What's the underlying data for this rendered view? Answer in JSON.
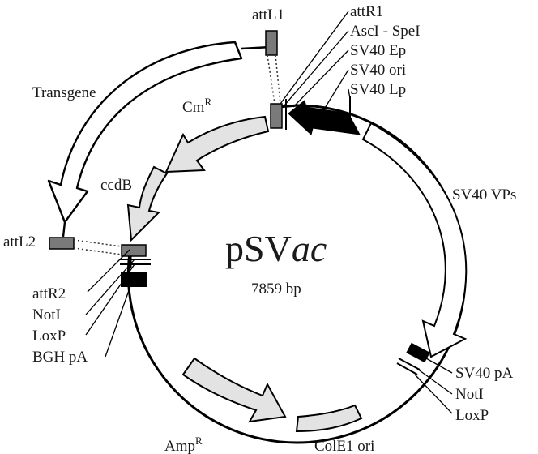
{
  "plasmid": {
    "name_prefix": "pSV",
    "name_suffix": "ac",
    "size": "7859 bp"
  },
  "features": {
    "transgene": "Transgene",
    "attL1": "attL1",
    "attL2": "attL2",
    "cm_base": "Cm",
    "cm_sup": "R",
    "ccdB": "ccdB",
    "sv40_vps": "SV40 VPs",
    "amp_base": "Amp",
    "amp_sup": "R",
    "cole1_ori": "ColE1 ori"
  },
  "right_top_labels": [
    "attR1",
    "AscI - SpeI",
    "SV40 Ep",
    "SV40 ori",
    "SV40 Lp"
  ],
  "left_labels": [
    "attR2",
    "NotI",
    "LoxP",
    "BGH pA"
  ],
  "right_bottom_labels": [
    "SV40 pA",
    "NotI",
    "LoxP"
  ],
  "colors": {
    "backbone": "#000000",
    "light_feature": "#e3e3e3",
    "att_site": "#7a7a7a",
    "promoter": "#000000",
    "open_arrow": "#ffffff"
  }
}
